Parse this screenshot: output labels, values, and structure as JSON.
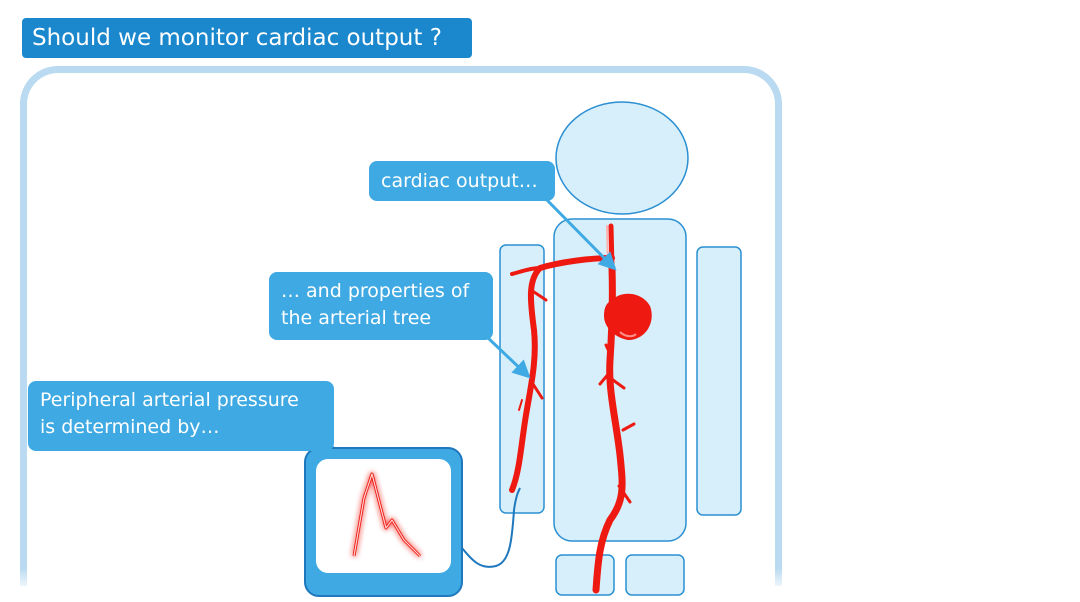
{
  "title": "Should we monitor cardiac output ?",
  "callouts": {
    "cardiac_output": "cardiac output…",
    "arterial_tree": [
      "… and properties of",
      "the arterial tree"
    ],
    "peripheral": [
      "Peripheral arterial pressure",
      "is determined by…"
    ]
  },
  "colors": {
    "title_bg": "#1b87cc",
    "callout_bg": "#3ea9e2",
    "body_fill": "#d7effa",
    "body_stroke": "#2a8fd2",
    "artery": "#ee1a12",
    "frame": "#b9daf0"
  },
  "icons": [
    "arrow-icon",
    "pressure-waveform-icon"
  ]
}
